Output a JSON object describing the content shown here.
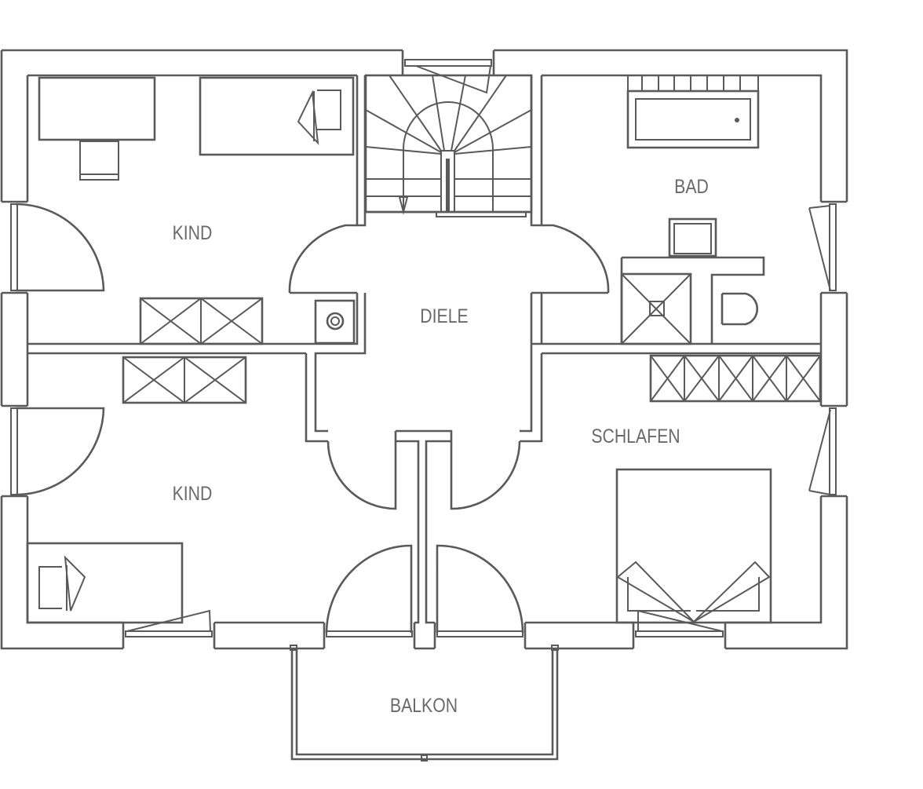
{
  "plan": {
    "rooms": {
      "kind_top": "KIND",
      "kind_bottom": "KIND",
      "diele": "DIELE",
      "bad": "BAD",
      "schlafen": "SCHLAFEN",
      "balkon": "BALKON"
    },
    "line_color": "#5a5a5a"
  }
}
